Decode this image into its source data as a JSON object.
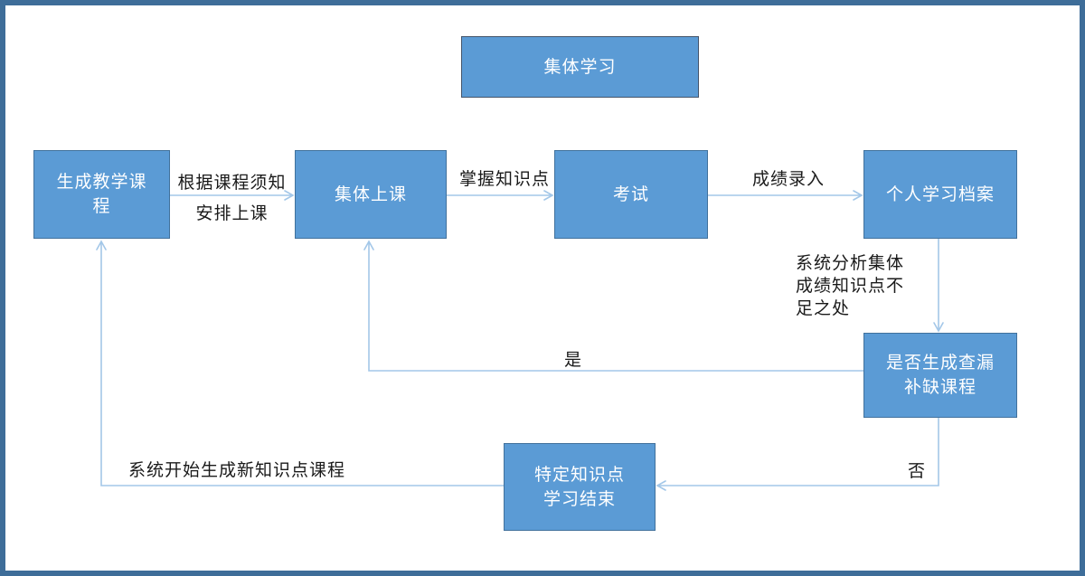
{
  "diagram": {
    "kind": "flowchart",
    "nodes": [
      {
        "id": "collective-learning",
        "label": "集体学习"
      },
      {
        "id": "generate-course",
        "label": "生成教学课程"
      },
      {
        "id": "group-class",
        "label": "集体上课"
      },
      {
        "id": "exam",
        "label": "考试"
      },
      {
        "id": "personal-archive",
        "label": "个人学习档案"
      },
      {
        "id": "decision-remedial",
        "label": "是否生成查漏补缺课程"
      },
      {
        "id": "topic-learning-end",
        "label": "特定知识点学习结束"
      }
    ],
    "edge_labels": {
      "schedule": "根据课程须知\n安排上课",
      "master": "掌握知识点",
      "score": "成绩录入",
      "analysis": "系统分析集体\n成绩知识点不\n足之处",
      "yes": "是",
      "no": "否",
      "new_course": "系统开始生成新知识点课程"
    },
    "edges": [
      {
        "from": "generate-course",
        "to": "group-class",
        "label": "根据课程须知 安排上课"
      },
      {
        "from": "group-class",
        "to": "exam",
        "label": "掌握知识点"
      },
      {
        "from": "exam",
        "to": "personal-archive",
        "label": "成绩录入"
      },
      {
        "from": "personal-archive",
        "to": "decision-remedial",
        "label": "系统分析集体成绩知识点不足之处"
      },
      {
        "from": "decision-remedial",
        "to": "group-class",
        "label": "是"
      },
      {
        "from": "decision-remedial",
        "to": "topic-learning-end",
        "label": "否"
      },
      {
        "from": "topic-learning-end",
        "to": "generate-course",
        "label": "系统开始生成新知识点课程"
      }
    ],
    "colors": {
      "node_fill": "#5b9bd5",
      "node_border": "#41719c",
      "title_node_border": "#44546a",
      "node_text": "#ffffff",
      "connector": "#a3c7e8",
      "label_text": "#1a1a1a",
      "frame_border": "#3e6d99",
      "background": "#ffffff"
    }
  }
}
